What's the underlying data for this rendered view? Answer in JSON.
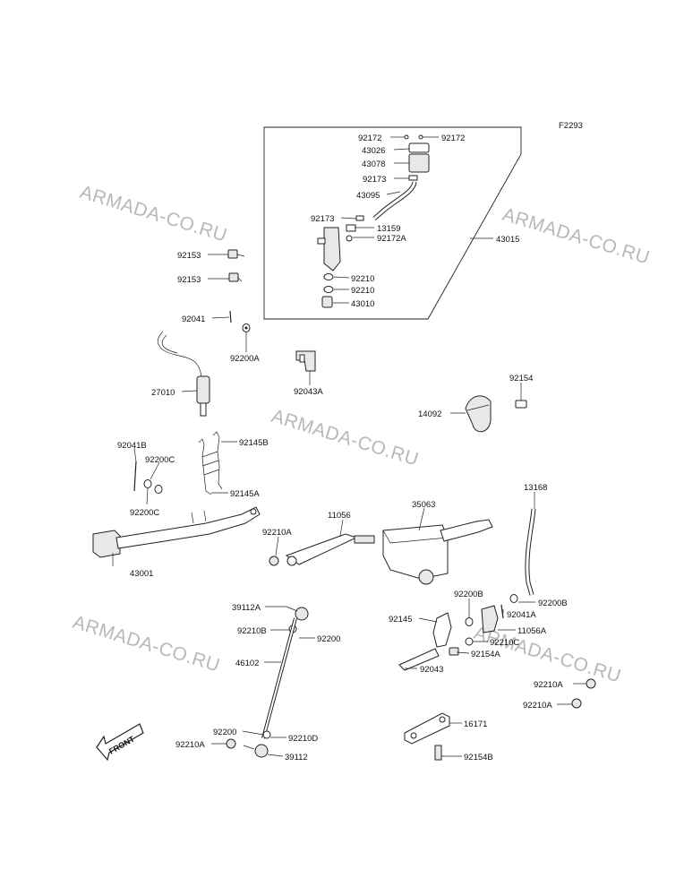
{
  "diagram_code": "F2293",
  "watermark": "ARMADA-CO.RU",
  "front_label": "FRONT",
  "labels": {
    "p92172a": "92172",
    "p92172b": "92172",
    "p43026": "43026",
    "p43078": "43078",
    "p92173a": "92173",
    "p43095": "43095",
    "p92173b": "92173",
    "p13159": "13159",
    "p92172A": "92172A",
    "p43015": "43015",
    "p92210a": "92210",
    "p92210b": "92210",
    "p43010": "43010",
    "p92153a": "92153",
    "p92153b": "92153",
    "p92041": "92041",
    "p92200A": "92200A",
    "p27010": "27010",
    "p92043A": "92043A",
    "p92154": "92154",
    "p14092": "14092",
    "p92041B": "92041B",
    "p92145B": "92145B",
    "p92200C1": "92200C",
    "p92200C2": "92200C",
    "p92145A": "92145A",
    "p43001": "43001",
    "p92210A1": "92210A",
    "p11056": "11056",
    "p35063": "35063",
    "p13168": "13168",
    "p39112A": "39112A",
    "p92210B": "92210B",
    "p92200a": "92200",
    "p46102": "46102",
    "p92200B1": "92200B",
    "p92200B2": "92200B",
    "p92145": "92145",
    "p92041A": "92041A",
    "p11056A": "11056A",
    "p92210C": "92210C",
    "p92154A": "92154A",
    "p92043": "92043",
    "p92210A2": "92210A",
    "p92210A3": "92210A",
    "p92200b": "92200",
    "p92210D": "92210D",
    "p92210A4": "92210A",
    "p39112": "39112",
    "p16171": "16171",
    "p92154B": "92154B"
  }
}
